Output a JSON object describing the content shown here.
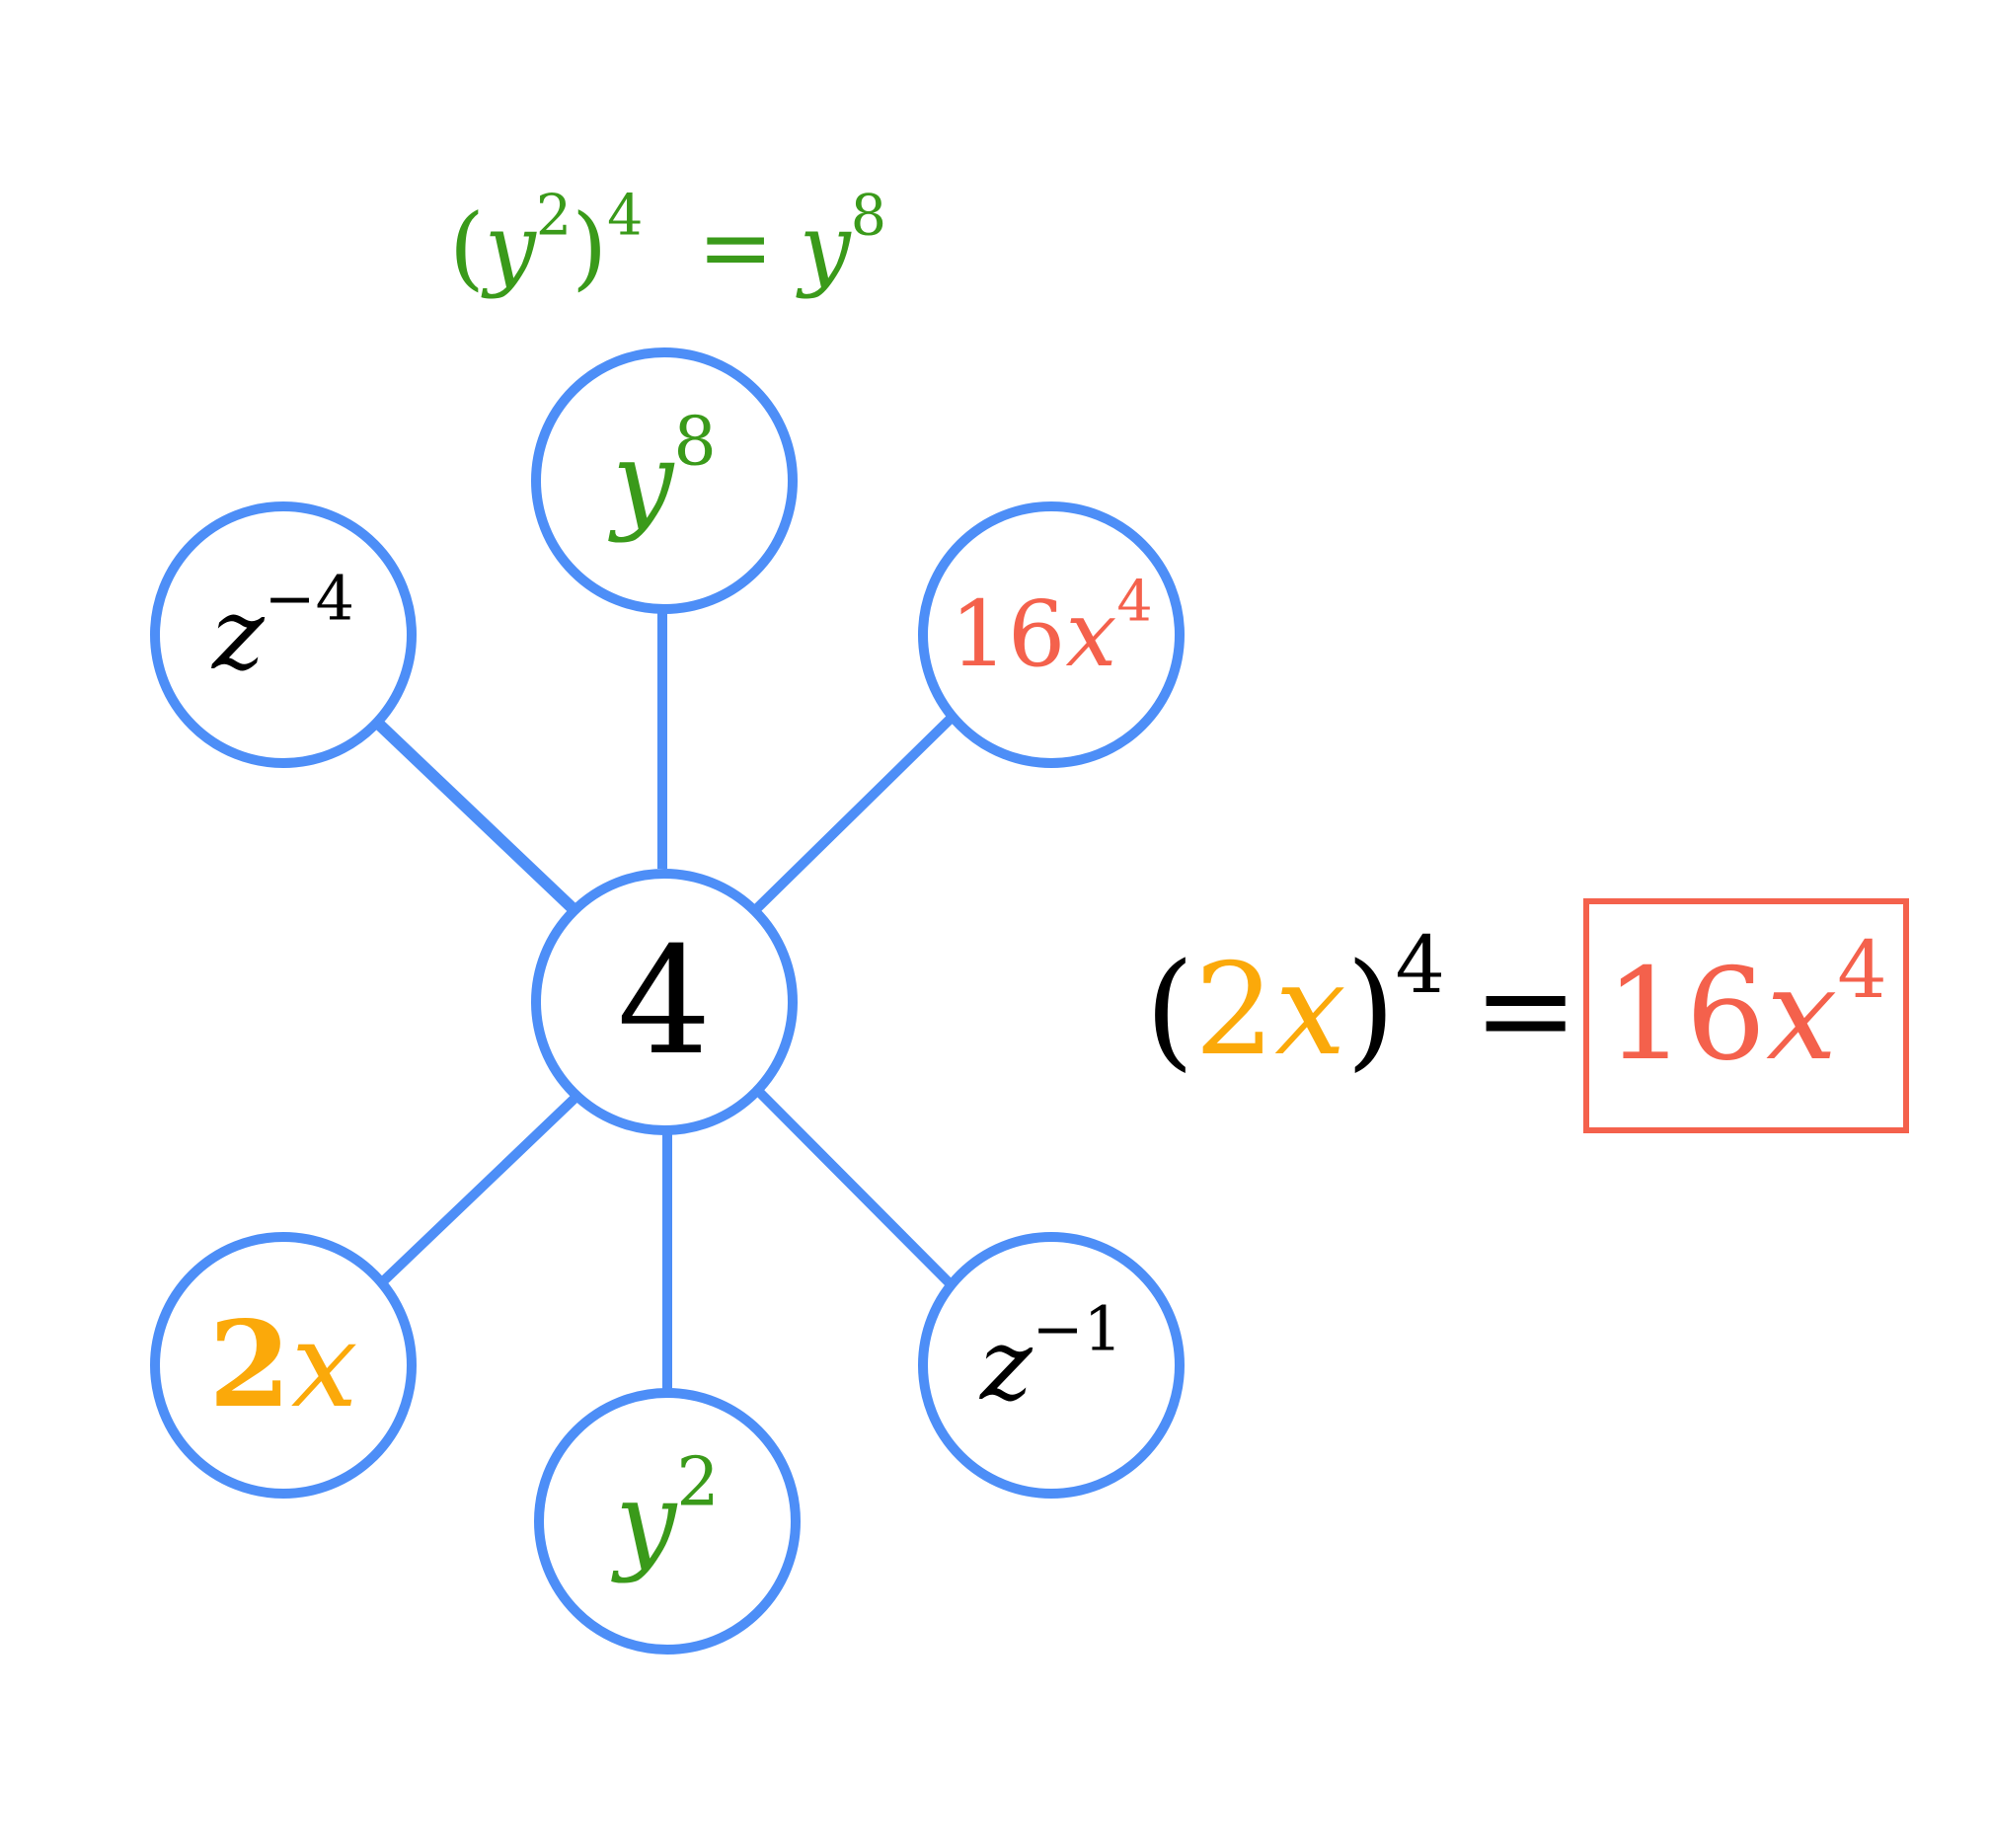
{
  "colors": {
    "edge": "#4d8ef7",
    "green": "#3a9a1a",
    "red": "#f4614c",
    "orange": "#fba90a",
    "black": "#000000"
  },
  "top_equation": {
    "open": "(",
    "base": "y",
    "inner_exp": "2",
    "close": ")",
    "outer_exp": "4",
    "equals": "=",
    "result_base": "y",
    "result_exp": "8"
  },
  "center_node": {
    "label": "4"
  },
  "outer_nodes": [
    {
      "id": "top",
      "base": "y",
      "exp": "8",
      "color": "green"
    },
    {
      "id": "upper-left",
      "base": "z",
      "exp": "−4",
      "color": "black"
    },
    {
      "id": "upper-right",
      "coef": "16",
      "base": "x",
      "exp": "4",
      "color": "red"
    },
    {
      "id": "lower-left",
      "coef": "2",
      "base": "x",
      "exp": "",
      "color": "orange"
    },
    {
      "id": "bottom",
      "base": "y",
      "exp": "2",
      "color": "green"
    },
    {
      "id": "lower-right",
      "base": "z",
      "exp": "−1",
      "color": "black"
    }
  ],
  "right_equation": {
    "open": "(",
    "coef": "2",
    "base": "x",
    "close": ")",
    "outer_exp": "4",
    "equals": "=",
    "answer_coef": "16",
    "answer_base": "x",
    "answer_exp": "4"
  }
}
